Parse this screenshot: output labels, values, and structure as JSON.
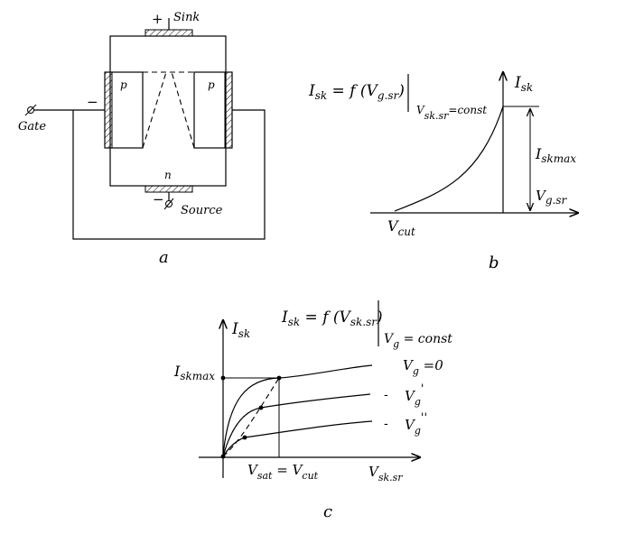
{
  "fig_a": {
    "sink_sign": "+",
    "sink": "Sink",
    "gate_sign": "−",
    "gate": "Gate",
    "p_left": "p",
    "p_right": "p",
    "n": "n",
    "source_sign": "−",
    "source": "Source",
    "caption": "a"
  },
  "fig_b": {
    "formula_lhs": "I",
    "formula_lhs_sub": "sk",
    "formula_rhs": " = f (V",
    "formula_rhs_sub": "g.sr",
    "formula_close": ")",
    "cond_v": "V",
    "cond_sub": "sk.sr",
    "cond_rest": "=const",
    "yaxis": "I",
    "yaxis_sub": "sk",
    "imax": "I",
    "imax_sub": "skmax",
    "vgsr": "V",
    "vgsr_sub": "g.sr",
    "vcut": "V",
    "vcut_sub": "cut",
    "caption": "b"
  },
  "fig_c": {
    "formula_lhs": "I",
    "formula_lhs_sub": "sk",
    "formula_rhs": " = f (V",
    "formula_rhs_sub": "sk.sr",
    "formula_close": ")",
    "cond_v": "V",
    "cond_sub": "g",
    "cond_rest": " = const",
    "yaxis": "I",
    "yaxis_sub": "sk",
    "imax": "I",
    "imax_sub": "skmax",
    "curve1_v": "V",
    "curve1_sub": "g",
    "curve1_rest": " =0",
    "curve2_dash": "-",
    "curve2_v": "V",
    "curve2_sub": "g",
    "curve2_prime": "'",
    "curve3_dash": "-",
    "curve3_v": "V",
    "curve3_sub": "g",
    "curve3_prime": "''",
    "vsat": "V",
    "vsat_sub": "sat",
    "vsat_eq": " = V",
    "vsat_cut": "cut",
    "xaxis": "V",
    "xaxis_sub": "sk.sr",
    "caption": "c"
  }
}
